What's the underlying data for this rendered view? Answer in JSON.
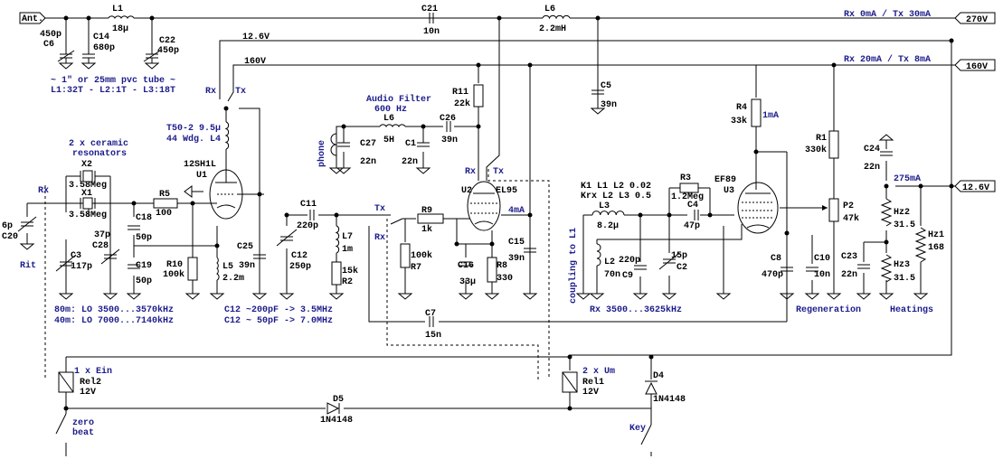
{
  "rails": {
    "ant": "Ant.",
    "hv270": "270V",
    "hv270_note": "Rx 0mA / Tx 30mA",
    "v126_top": "12.6V",
    "v160_top": "160V",
    "hv160": "160V",
    "hv160_note": "Rx 20mA / Tx 8mA",
    "v126_right": "12.6V",
    "heat_current": "275mA"
  },
  "input": {
    "L1": "L1",
    "L1_val": "18µ",
    "C6": "C6",
    "C6_val": "450p",
    "C14": "C14",
    "C14_val": "680p",
    "C22": "C22",
    "C22_val": "450p",
    "C21": "C21",
    "C21_val": "10n",
    "L6b": "L6",
    "L6b_val": "2.2mH",
    "tube_note1": "~ 1\" or 25mm pvc tube ~",
    "tube_note2": "L1:32T - L2:1T - L3:18T"
  },
  "osc": {
    "rx": "Rx",
    "tx": "Tx",
    "L4_core": "T50-2 9.5µ",
    "L4_wdg": "44 Wdg. L4",
    "U1": "U1",
    "U1_type": "12SH1L",
    "res_note1": "2 x ceramic",
    "res_note2": "resonators",
    "X2": "X2",
    "X2_val": "3.58Meg",
    "X1": "X1",
    "X1_val": "3.58Meg",
    "R5": "R5",
    "R5_val": "100",
    "C18": "C18",
    "C18_val": "50p",
    "C19": "C19",
    "C19_val": "50p",
    "R10": "R10",
    "R10_val": "100k",
    "L5": "L5",
    "L5_val": "2.2m",
    "C25": "C25",
    "C25_val": "39n",
    "C12": "C12",
    "C12_val": "250p",
    "C20_val": "6p",
    "C20": "C20",
    "rit": "Rit",
    "rx_left": "Rx",
    "C28_val": "37p",
    "C28": "C28",
    "C3": "C3",
    "C3_val": "117p",
    "band80": "80m: LO 3500...3570kHz",
    "band40": "40m: LO 7000...7140kHz",
    "c12_note1": "C12 ~200pF -> 3.5MHz",
    "c12_note2": "C12 ~ 50pF -> 7.0MHz"
  },
  "audio": {
    "title1": "Audio Filter",
    "title2": "600 Hz",
    "L6": "L6",
    "L6_val": "5H",
    "C26": "C26",
    "C26_val": "39n",
    "C27": "C27",
    "C27_val": "22n",
    "C1": "C1",
    "C1_val": "22n",
    "phone": "phone",
    "R11": "R11",
    "R11_val": "22k"
  },
  "pa": {
    "C11": "C11",
    "C11_val": "220p",
    "L7": "L7",
    "L7_val": "1m",
    "R2": "R2",
    "R2_val": "15k",
    "tx": "Tx",
    "rx": "Rx",
    "R9": "R9",
    "R9_val": "1k",
    "R7": "R7",
    "R7_val": "100k",
    "C16": "C16",
    "C16_val": "33µ",
    "R8": "R8",
    "R8_val": "330",
    "U2": "U2",
    "U2_type": "EL95",
    "U2_cur": "4mA",
    "rx2": "Rx",
    "tx2": "Tx",
    "C15": "C15",
    "C15_val": "39n",
    "C7": "C7",
    "C7_val": "15n",
    "C5": "C5",
    "C5_val": "39n"
  },
  "rx": {
    "k1": "K1 L1 L2 0.02",
    "k2": "Krx L2 L3 0.5",
    "L3": "L3",
    "L3_val": "8.2µ",
    "L2": "L2",
    "L2_val": "70n",
    "coupling": "coupling to L1",
    "C9": "C9",
    "C9_val": "220p",
    "C2": "C2",
    "C2_val": "15p",
    "R3": "R3",
    "R3_val": "1.2Meg",
    "C4": "C4",
    "C4_val": "47p",
    "rx_range": "Rx 3500...3625kHz",
    "U3": "U3",
    "U3_type": "EF89",
    "R4": "R4",
    "R4_val": "33k",
    "R4_cur": "1mA",
    "C8": "C8",
    "C8_val": "470p",
    "C10": "C10",
    "C10_val": "10n",
    "R1": "R1",
    "R1_val": "330k",
    "P2": "P2",
    "P2_val": "47k",
    "regen": "Regeneration"
  },
  "heat": {
    "C24": "C24",
    "C24_val": "22n",
    "C23": "C23",
    "C23_val": "22n",
    "Hz2": "Hz2",
    "Hz2_val": "31.5",
    "Hz3": "Hz3",
    "Hz3_val": "31.5",
    "Hz1": "Hz1",
    "Hz1_val": "168",
    "heatings": "Heatings"
  },
  "control": {
    "rel2_note": "1 x Ein",
    "Rel2": "Rel2",
    "Rel2_v": "12V",
    "rel1_note": "2 x Um",
    "Rel1": "Rel1",
    "Rel1_v": "12V",
    "D5": "D5",
    "D5_type": "1N4148",
    "D4": "D4",
    "D4_type": "1N4148",
    "zero1": "zero",
    "zero2": "beat",
    "key": "Key"
  }
}
